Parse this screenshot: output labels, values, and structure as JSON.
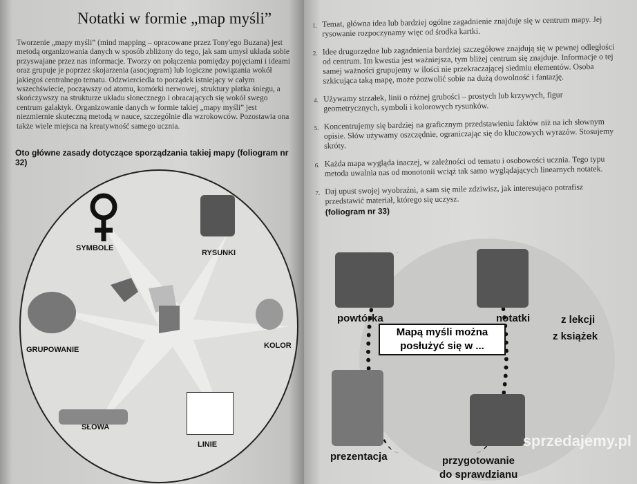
{
  "left_page": {
    "title": "Notatki w formie „map myśli”",
    "intro": "Tworzenie „mapy myśli” (mind mapping – opracowane przez Tony'ego Buzana) jest metodą organizowania danych w sposób zbliżony do tego, jak sam umysł układa sobie przyswajane przez nas informacje. Tworzy on połączenia pomiędzy pojęciami i ideami oraz grupuje je poprzez skojarzenia (asocjogram) lub logiczne powiązania wokół jakiegoś centralnego tematu. Odzwierciedla to porządek istniejący w całym wszechświecie, począwszy od atomu, komórki nerwowej, struktury płatka śniegu, a skończywszy na strukturze układu słonecznego i obracających się wokół swego centrum galaktyk. Organizowanie danych w formie takiej „mapy myśli” jest niezmiernie skuteczną metodą w nauce, szczególnie dla wzrokowców. Pozostawia ona także wiele miejsca na kreatywność samego ucznia.",
    "rules_heading": "Oto główne zasady dotyczące sporządzania takiej mapy (foliogram nr 32)",
    "diagram_labels": {
      "symbole": "SYMBOLE",
      "rysunki": "RYSUNKI",
      "grupowanie": "GRUPOWANIE",
      "kolor": "KOLOR",
      "slowa": "SŁOWA",
      "linie": "LINIE"
    }
  },
  "right_page": {
    "rules": [
      {
        "num": "1.",
        "text": "Temat, główna idea lub bardziej ogólne zagadnienie znajduje się w centrum mapy. Jej rysowanie rozpoczynamy więc od środka kartki."
      },
      {
        "num": "2.",
        "text": "Idee drugorzędne lub zagadnienia bardziej szczegółowe znajdują się w pewnej odległości od centrum. Im kwestia jest ważniejsza, tym bliżej centrum się znajduje. Informacje o tej samej ważności grupujemy w ilości nie przekraczającej siedmiu elementów. Osoba szkicująca taką mapę, może pozwolić sobie na dużą dowolność i fantazję."
      },
      {
        "num": "4.",
        "text": "Używamy strzałek, linii o różnej grubości – prostych lub krzywych, figur geometrycznych, symboli i kolorowych rysunków."
      },
      {
        "num": "5.",
        "text": "Koncentrujemy się bardziej na graficznym przedstawieniu faktów niż na ich słownym opisie. Słów używamy oszczędnie, ograniczając się do kluczowych wyrazów. Stosujemy skróty."
      },
      {
        "num": "6.",
        "text": "Każda mapa wygląda inaczej, w zależności od tematu i osobowości ucznia. Tego typu metoda uwalnia nas od monotonii wciąż tak samo wyglądających linearnych notatek."
      },
      {
        "num": "7.",
        "text": "Daj upust swojej wyobraźni, a sam się mile zdziwisz, jak interesująco potrafisz przedstawić materiał, którego się uczysz."
      }
    ],
    "foliogram": "(foliogram nr 33)",
    "center_text": "Mapą myśli można posłużyć się w ...",
    "labels": {
      "powtorka": "powtórka",
      "notatki": "notatki",
      "z_lekcji": "z lekcji",
      "z_ksiazek": "z książek",
      "prezentacja": "prezentacja",
      "przygotowanie": "przygotowanie",
      "do_sprawdzianu": "do sprawdzianu"
    }
  },
  "watermark": "sprzedajemy.pl"
}
